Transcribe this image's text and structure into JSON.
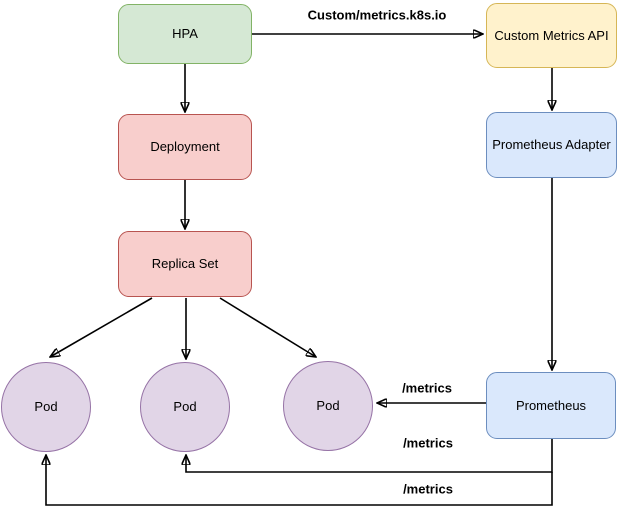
{
  "diagram": {
    "background": "#ffffff",
    "edge_color": "#000000",
    "nodes": {
      "hpa": {
        "label": "HPA",
        "fill": "#d5e8d4",
        "stroke": "#82b366"
      },
      "custom_metrics_api": {
        "label": "Custom Metrics API",
        "fill": "#fff2cc",
        "stroke": "#d6b656"
      },
      "deployment": {
        "label": "Deployment",
        "fill": "#f8cecc",
        "stroke": "#b85450"
      },
      "prometheus_adapter": {
        "label": "Prometheus Adapter",
        "fill": "#dae8fc",
        "stroke": "#6c8ebf"
      },
      "replica_set": {
        "label": "Replica Set",
        "fill": "#f8cecc",
        "stroke": "#b85450"
      },
      "pod1": {
        "label": "Pod",
        "fill": "#e1d5e7",
        "stroke": "#9673a6"
      },
      "pod2": {
        "label": "Pod",
        "fill": "#e1d5e7",
        "stroke": "#9673a6"
      },
      "pod3": {
        "label": "Pod",
        "fill": "#e1d5e7",
        "stroke": "#9673a6"
      },
      "prometheus": {
        "label": "Prometheus",
        "fill": "#dae8fc",
        "stroke": "#6c8ebf"
      }
    },
    "edge_labels": {
      "hpa_to_custom_metrics_api": "Custom/metrics.k8s.io",
      "prometheus_to_pod3": "/metrics",
      "prometheus_to_pod2": "/metrics",
      "prometheus_to_pod1": "/metrics"
    }
  }
}
